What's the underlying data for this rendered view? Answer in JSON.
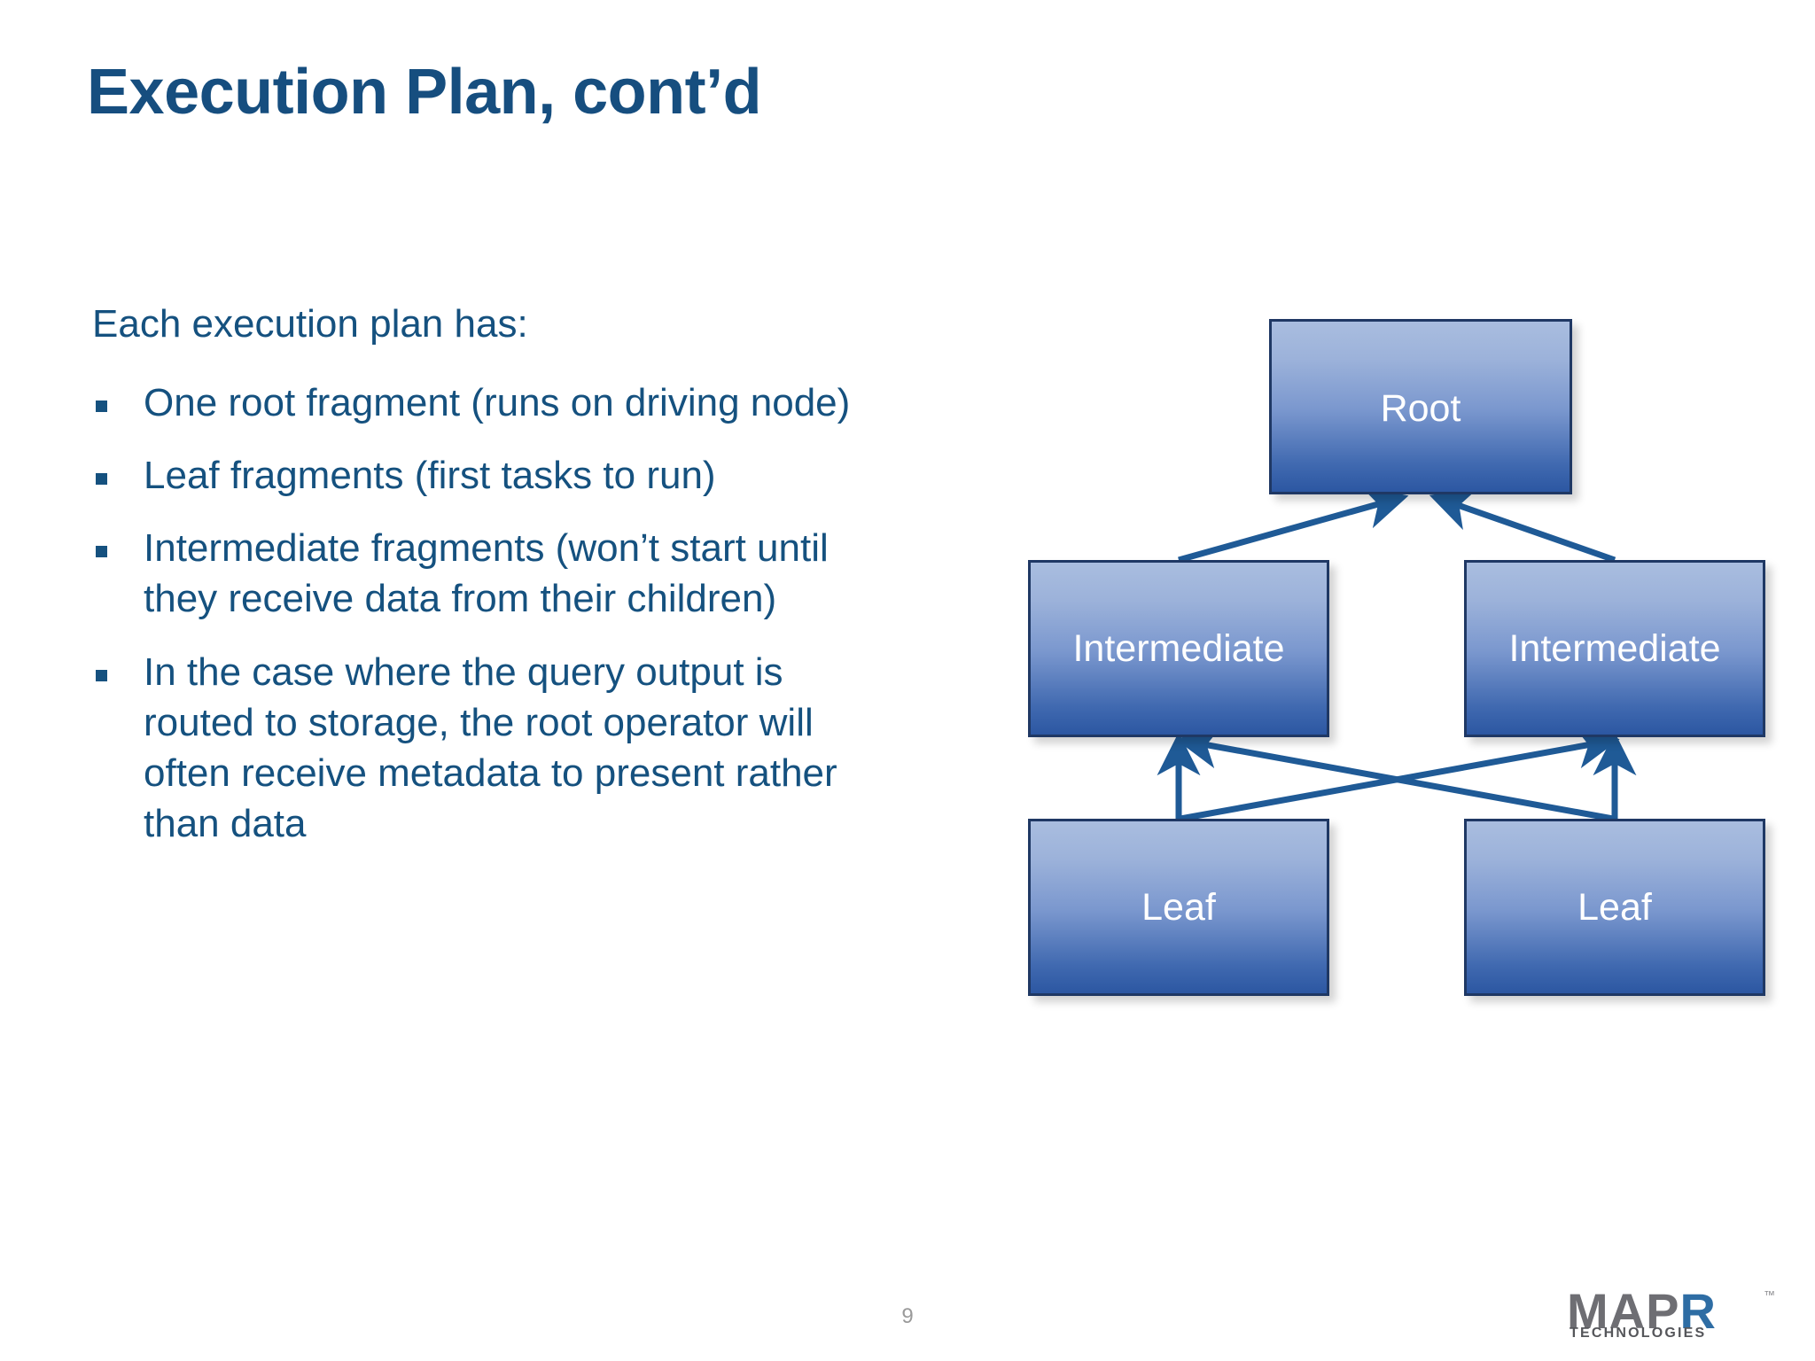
{
  "slide": {
    "title": "Execution Plan, cont’d",
    "page_number": "9",
    "title_color": "#164E7F",
    "body_color": "#15517F"
  },
  "body": {
    "lead": "Each execution plan has:",
    "bullets": [
      "One root fragment (runs on driving node)",
      "Leaf fragments (first tasks to run)",
      "Intermediate fragments (won’t start until\nthey receive data from their children)",
      "In the case where the query output is\nrouted to storage, the root operator will\noften receive metadata to present rather\nthan data"
    ]
  },
  "diagram": {
    "type": "tree",
    "node_border_color": "#1F3864",
    "node_fill_top": "#A9BDDF",
    "node_fill_bottom": "#2C57A2",
    "arrow_color": "#1F5A96",
    "nodes": {
      "root": "Root",
      "intermediate_left": "Intermediate",
      "intermediate_right": "Intermediate",
      "leaf_left": "Leaf",
      "leaf_right": "Leaf"
    },
    "edges": [
      {
        "from": "intermediate_left",
        "to": "root"
      },
      {
        "from": "intermediate_right",
        "to": "root"
      },
      {
        "from": "leaf_left",
        "to": "intermediate_left"
      },
      {
        "from": "leaf_left",
        "to": "intermediate_right"
      },
      {
        "from": "leaf_right",
        "to": "intermediate_left"
      },
      {
        "from": "leaf_right",
        "to": "intermediate_right"
      }
    ]
  },
  "logo": {
    "main_gray": "MAP",
    "main_blue": "R",
    "subtitle": "TECHNOLOGIES",
    "trademark": "™"
  }
}
